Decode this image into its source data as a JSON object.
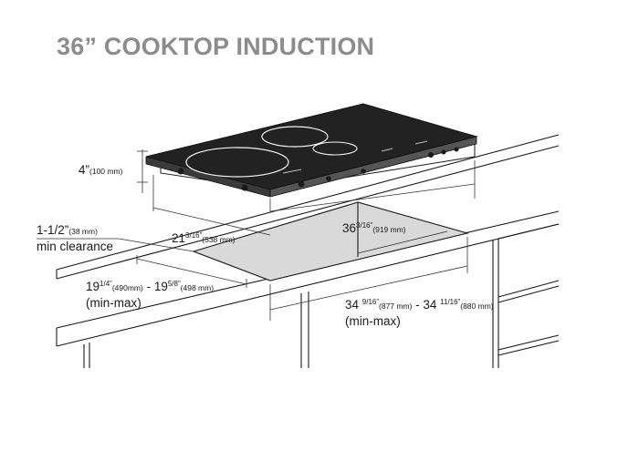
{
  "title": "36” COOKTOP INDUCTION",
  "colors": {
    "title": "#8c8c8c",
    "glass": "#222222",
    "cutout": "#d9d9d9",
    "line": "#1a1a1a"
  },
  "labels": {
    "height": {
      "main": "4”",
      "metric": "(100 mm)"
    },
    "clearance": {
      "line1_main": "1-1/2”",
      "line1_metric": "(38 mm)",
      "line2": "min clearance"
    },
    "width_cut": {
      "main": "21",
      "frac": "3/16”",
      "metric": "(538 mm)"
    },
    "depth_top": {
      "main": "36",
      "frac": "3/16”",
      "metric": "(919 mm)"
    },
    "depth_cut": {
      "main1": "19",
      "frac1": "1/4”",
      "metric1": "(490mm)",
      "sep": " - 19",
      "frac2": "5/8”",
      "metric2": "(498 mm)",
      "line2": "(min-max)"
    },
    "length_cut": {
      "main1": "34 ",
      "frac1": "9/16”",
      "metric1": "(877 mm)",
      "sep": " - 34 ",
      "frac2": "11/16”",
      "metric2": "(880 mm)",
      "line2": "(min-max)"
    }
  }
}
